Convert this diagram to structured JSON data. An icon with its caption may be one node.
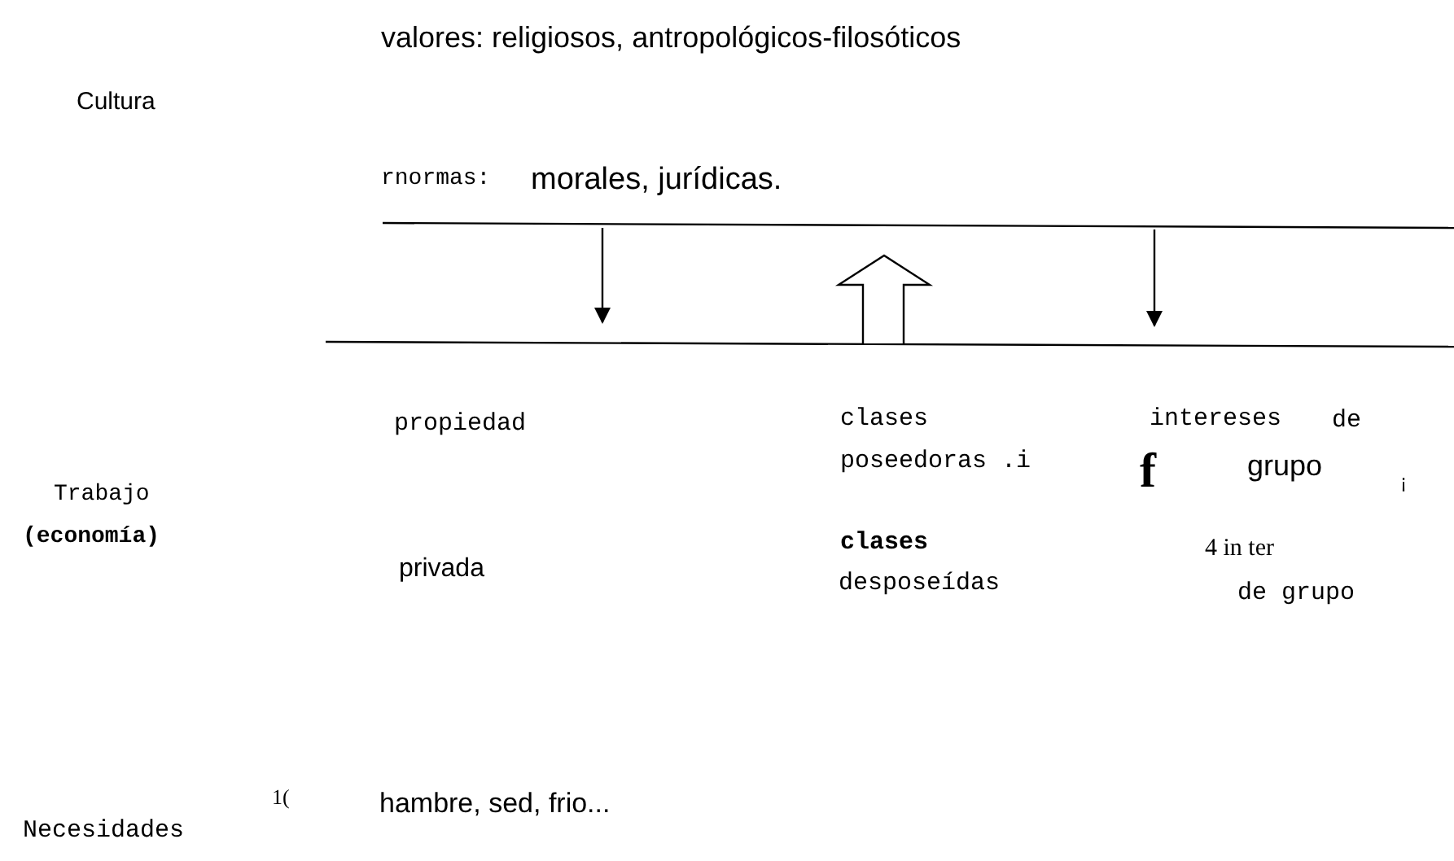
{
  "diagram": {
    "labels": [
      "valores: religiosos, antropológicos-filosóticos",
      "Cultura",
      "rnormas:",
      "morales, jurídicas.",
      "propiedad",
      "clases",
      "intereses",
      "de",
      "poseedoras .i",
      "Trabajo",
      "f",
      "grupo",
      "¡",
      "(economía)",
      "clases",
      "4 in ter",
      "privada",
      "desposeídas",
      "de grupo",
      "1(",
      "hambre, sed, frio...",
      "Necesidades"
    ]
  }
}
